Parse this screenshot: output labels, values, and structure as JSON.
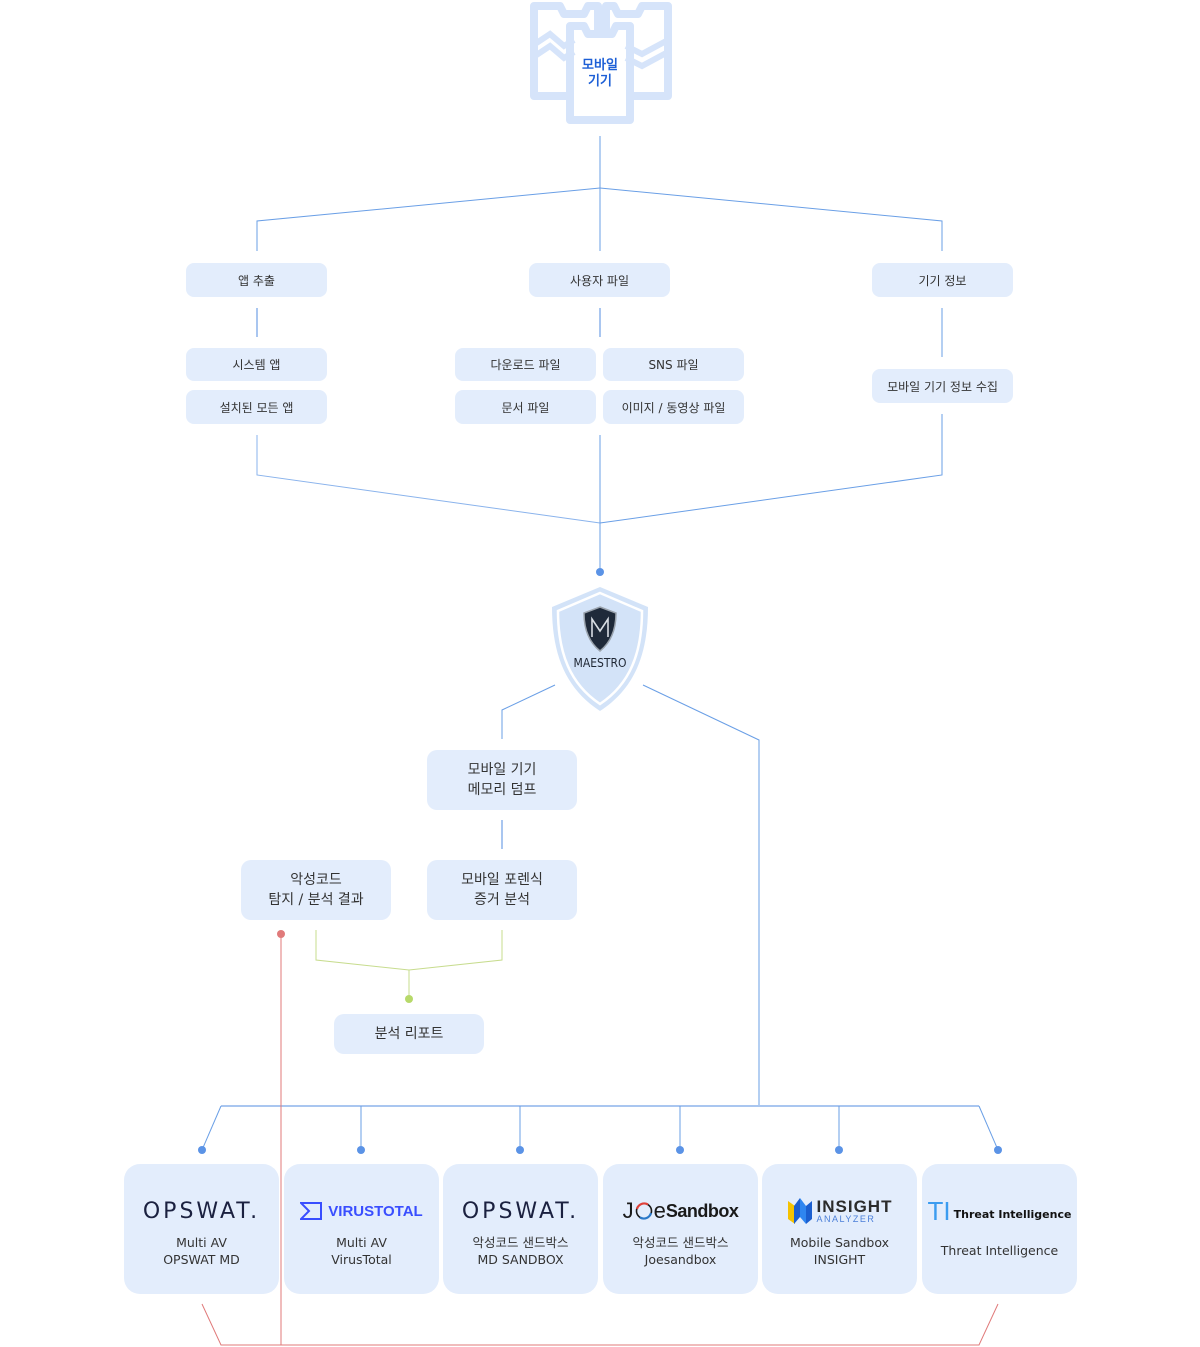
{
  "source": {
    "label": "모바일\n기기",
    "icon": "mobile-devices-icon"
  },
  "collection": {
    "categories": [
      {
        "id": "app-extract",
        "label": "앱 추출",
        "items": [
          "시스템 앱",
          "설치된 모든 앱"
        ]
      },
      {
        "id": "user-files",
        "label": "사용자 파일",
        "items": [
          "다운로드 파일",
          "SNS 파일",
          "문서 파일",
          "이미지 / 동영상 파일"
        ]
      },
      {
        "id": "device-info",
        "label": "기기 정보",
        "items": [
          "모바일 기기 정보 수집"
        ]
      }
    ]
  },
  "hub": {
    "label": "MAESTRO",
    "logo_letter": "M",
    "icon": "maestro-shield-icon"
  },
  "analysis": {
    "memory_dump": "모바일 기기\n메모리 덤프",
    "forensic": "모바일 포렌식\n증거 분석",
    "malware_result": "악성코드\n탐지 / 분석 결과",
    "report": "분석 리포트"
  },
  "vendors": [
    {
      "id": "opswat-md",
      "logo": "OPSWAT.",
      "desc": "Multi AV\nOPSWAT MD"
    },
    {
      "id": "virustotal",
      "logo": "VIRUSTOTAL",
      "desc": "Multi AV\nVirusTotal"
    },
    {
      "id": "opswat-sandbox",
      "logo": "OPSWAT.",
      "desc": "악성코드 샌드박스\nMD SANDBOX"
    },
    {
      "id": "joesandbox",
      "logo_j": "J",
      "logo_e": "e",
      "logo_rest": "Sandbox",
      "desc": "악성코드 샌드박스\nJoesandbox"
    },
    {
      "id": "insight",
      "logo_top": "INSIGHT",
      "logo_bottom": "ANALYZER",
      "desc": "Mobile Sandbox\nINSIGHT"
    },
    {
      "id": "threat-intel",
      "logo_ti": "TI",
      "logo_text": "Threat Intelligence",
      "desc": "Threat Intelligence"
    }
  ],
  "colors": {
    "line_blue": "#6a9fe6",
    "line_green": "#c7dc8e",
    "dot_green": "#b7d96a",
    "line_red": "#e07a7a",
    "box_fill": "#e3edfc",
    "device_fill": "#d6e4fa",
    "accent_blue": "#1d5fd6"
  }
}
